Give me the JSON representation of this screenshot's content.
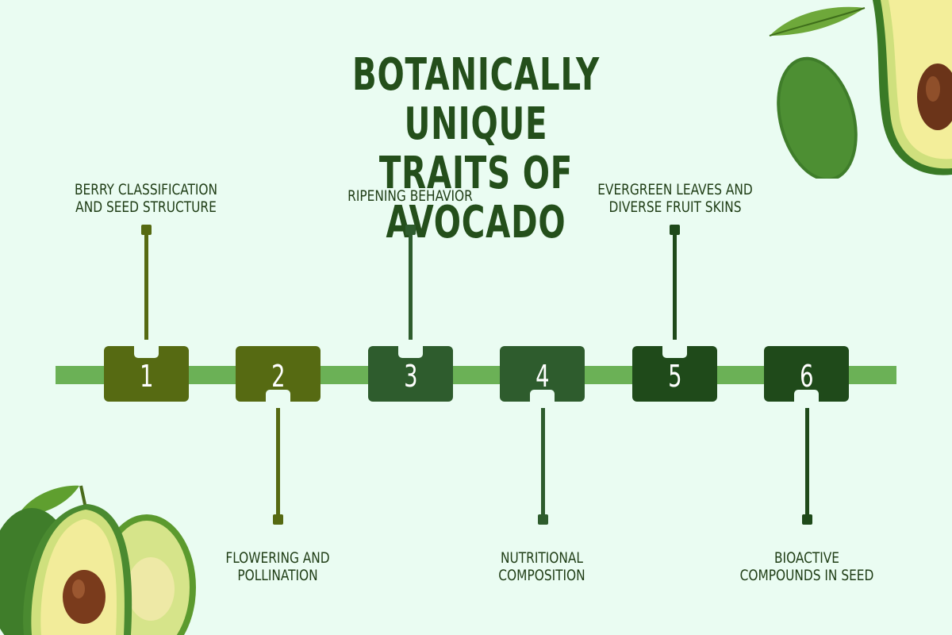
{
  "title": {
    "line1": "BOTANICALLY UNIQUE",
    "line2": "TRAITS OF AVOCADO"
  },
  "colors": {
    "background": "#eafcf2",
    "title": "#244f1b",
    "timeline_bar": "#6bb156"
  },
  "steps": [
    {
      "number": "1",
      "label_line1": "BERRY CLASSIFICATION",
      "label_line2": "AND SEED STRUCTURE",
      "color": "#566a12",
      "position": "above"
    },
    {
      "number": "2",
      "label_line1": "FLOWERING AND",
      "label_line2": "POLLINATION",
      "color": "#566a12",
      "position": "below"
    },
    {
      "number": "3",
      "label_line1": "RIPENING BEHAVIOR",
      "label_line2": "",
      "color": "#2e5c2d",
      "position": "above"
    },
    {
      "number": "4",
      "label_line1": "NUTRITIONAL",
      "label_line2": "COMPOSITION",
      "color": "#2e5c2d",
      "position": "below"
    },
    {
      "number": "5",
      "label_line1": "EVERGREEN LEAVES AND",
      "label_line2": "DIVERSE FRUIT SKINS",
      "color": "#1f4a1a",
      "position": "above"
    },
    {
      "number": "6",
      "label_line1": "BIOACTIVE",
      "label_line2": "COMPOUNDS IN SEED",
      "color": "#1f4a1a",
      "position": "below"
    }
  ],
  "decorations": [
    "avocado-top-right-illustration",
    "avocado-bottom-left-illustration"
  ]
}
